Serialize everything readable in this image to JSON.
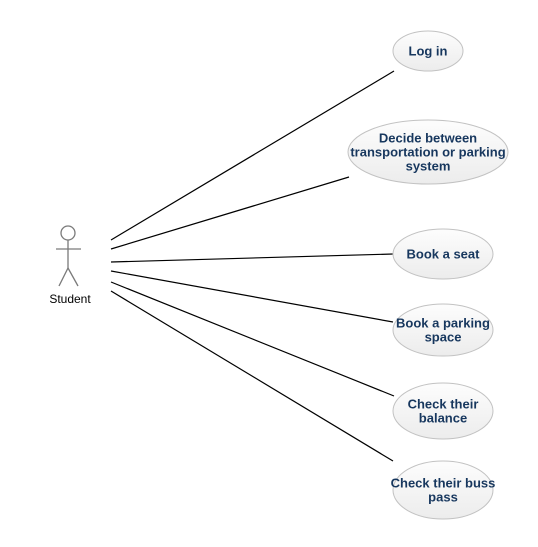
{
  "actor": {
    "label": "Student",
    "icon": "stick-figure-icon"
  },
  "use_cases": [
    {
      "id": "log-in",
      "lines": [
        "Log in"
      ]
    },
    {
      "id": "decide-system",
      "lines": [
        "Decide between",
        "transportation or parking",
        "system"
      ]
    },
    {
      "id": "book-seat",
      "lines": [
        "Book a seat"
      ]
    },
    {
      "id": "book-parking",
      "lines": [
        "Book a parking",
        "space"
      ]
    },
    {
      "id": "check-balance",
      "lines": [
        "Check their",
        "balance"
      ]
    },
    {
      "id": "check-buss-pass",
      "lines": [
        "Check their buss",
        "pass"
      ]
    }
  ],
  "colors": {
    "use_case_text": "#17375e",
    "use_case_fill_top": "#fdfdfd",
    "use_case_fill_bottom": "#ececec",
    "use_case_stroke": "#c2c2c2",
    "actor_stroke": "#7a7a7a",
    "association_line": "#000000"
  }
}
